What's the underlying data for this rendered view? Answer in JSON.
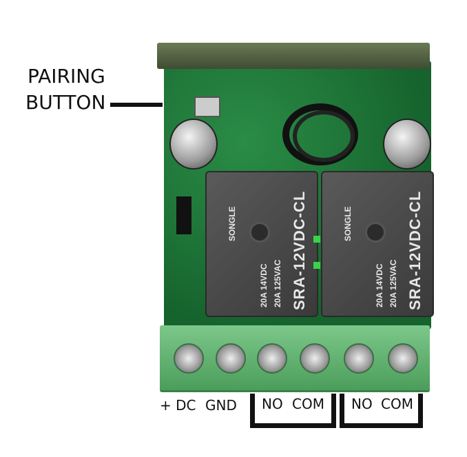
{
  "callout": {
    "line1": "PAIRING",
    "line2": "BUTTON"
  },
  "terminal_labels": [
    "+ DC",
    "GND",
    "NO",
    "COM",
    "NO",
    "COM"
  ],
  "relays": [
    {
      "model": "SRA-12VDC-CL",
      "rating1": "20A 14VDC",
      "rating2": "20A 125VAC",
      "brand": "SONGLE"
    },
    {
      "model": "SRA-12VDC-CL",
      "rating1": "20A 14VDC",
      "rating2": "20A 125VAC",
      "brand": "SONGLE"
    }
  ],
  "colors": {
    "pcb": "#1f7a3a",
    "terminal": "#5fb36e",
    "relay": "#4a4a4a"
  }
}
